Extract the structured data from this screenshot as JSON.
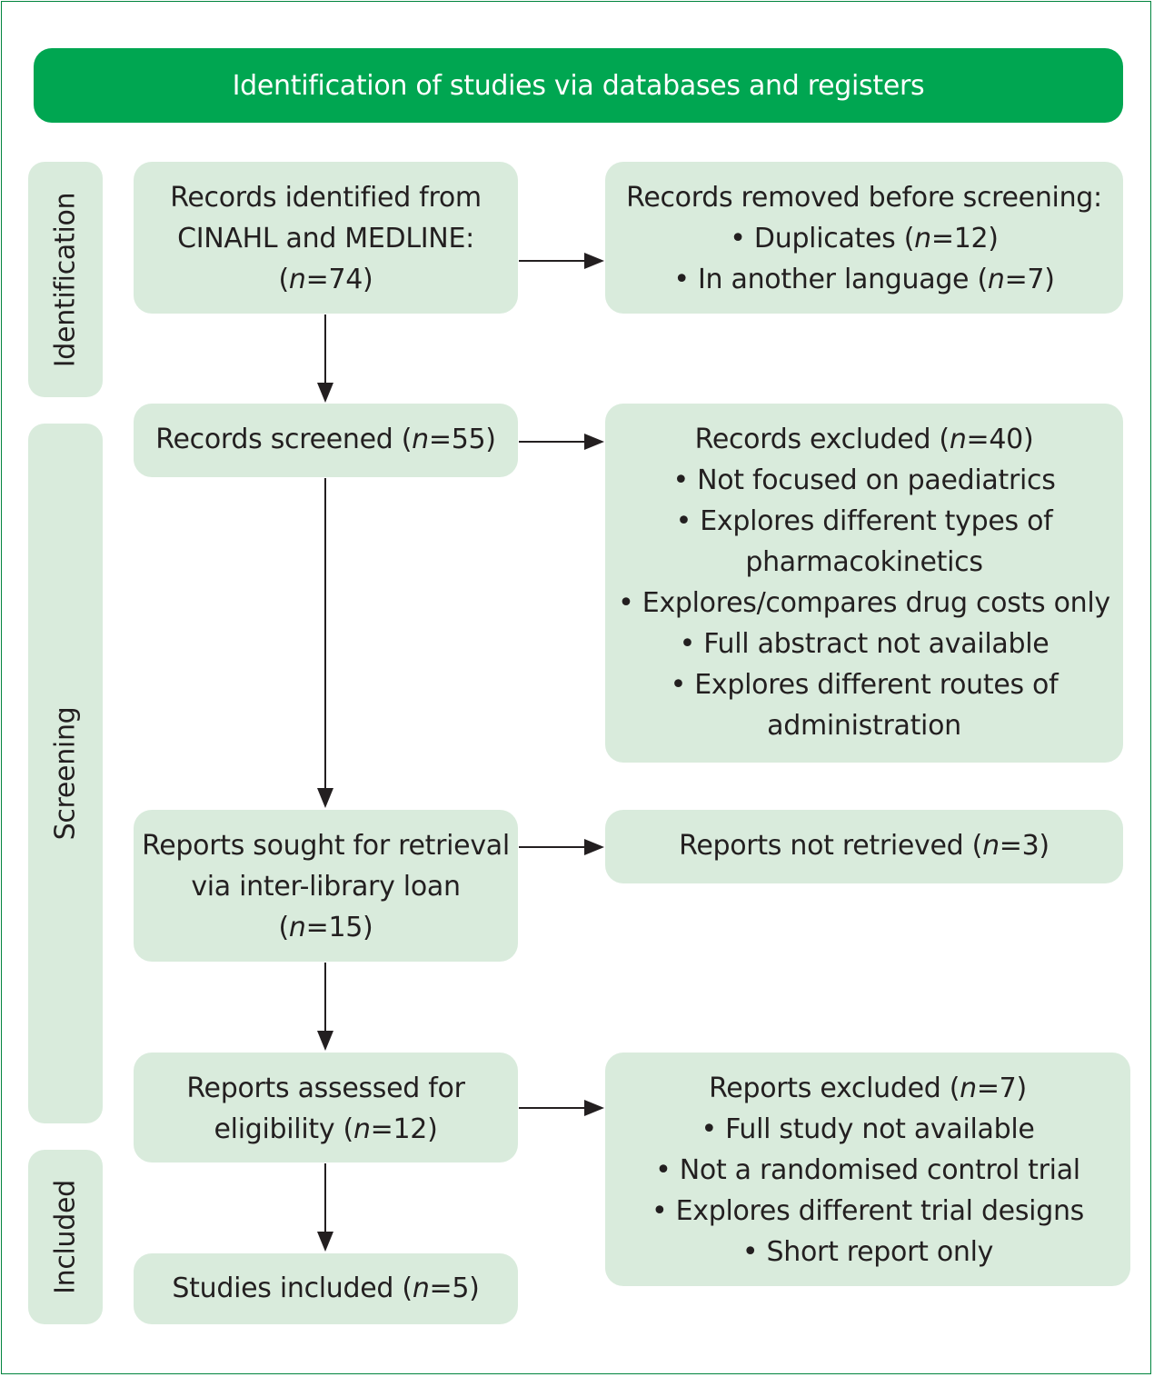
{
  "header": "Identification of studies via databases and registers",
  "stages": [
    "Identification",
    "Screening",
    "Included"
  ],
  "boxes": {
    "identified": [
      "Records identified from",
      "CINAHL and MEDLINE:",
      "(n=74)"
    ],
    "removed": [
      "Records removed before screening:",
      "• Duplicates (n=12)",
      "• In another language (n=7)"
    ],
    "screened": [
      "Records screened (n=55)"
    ],
    "excluded": [
      "Records excluded (n=40)",
      "• Not focused on paediatrics",
      "• Explores different types of",
      "pharmacokinetics",
      "• Explores/compares drug costs only",
      "• Full abstract not available",
      "• Explores different routes of",
      "administration"
    ],
    "sought": [
      "Reports sought for retrieval",
      "via inter-library loan",
      "(n=15)"
    ],
    "not_retrieved": [
      "Reports not retrieved (n=3)"
    ],
    "assessed": [
      "Reports assessed for",
      "eligibility (n=12)"
    ],
    "reports_excluded": [
      "Reports excluded (n=7)",
      "• Full study not available",
      "• Not a randomised control trial",
      "• Explores different trial designs",
      "• Short report only"
    ],
    "included": [
      "Studies included (n=5)"
    ]
  },
  "colors": {
    "header": "#00a651",
    "box": "#d9ebdc",
    "border": "#00843d",
    "text": "#231f20"
  }
}
